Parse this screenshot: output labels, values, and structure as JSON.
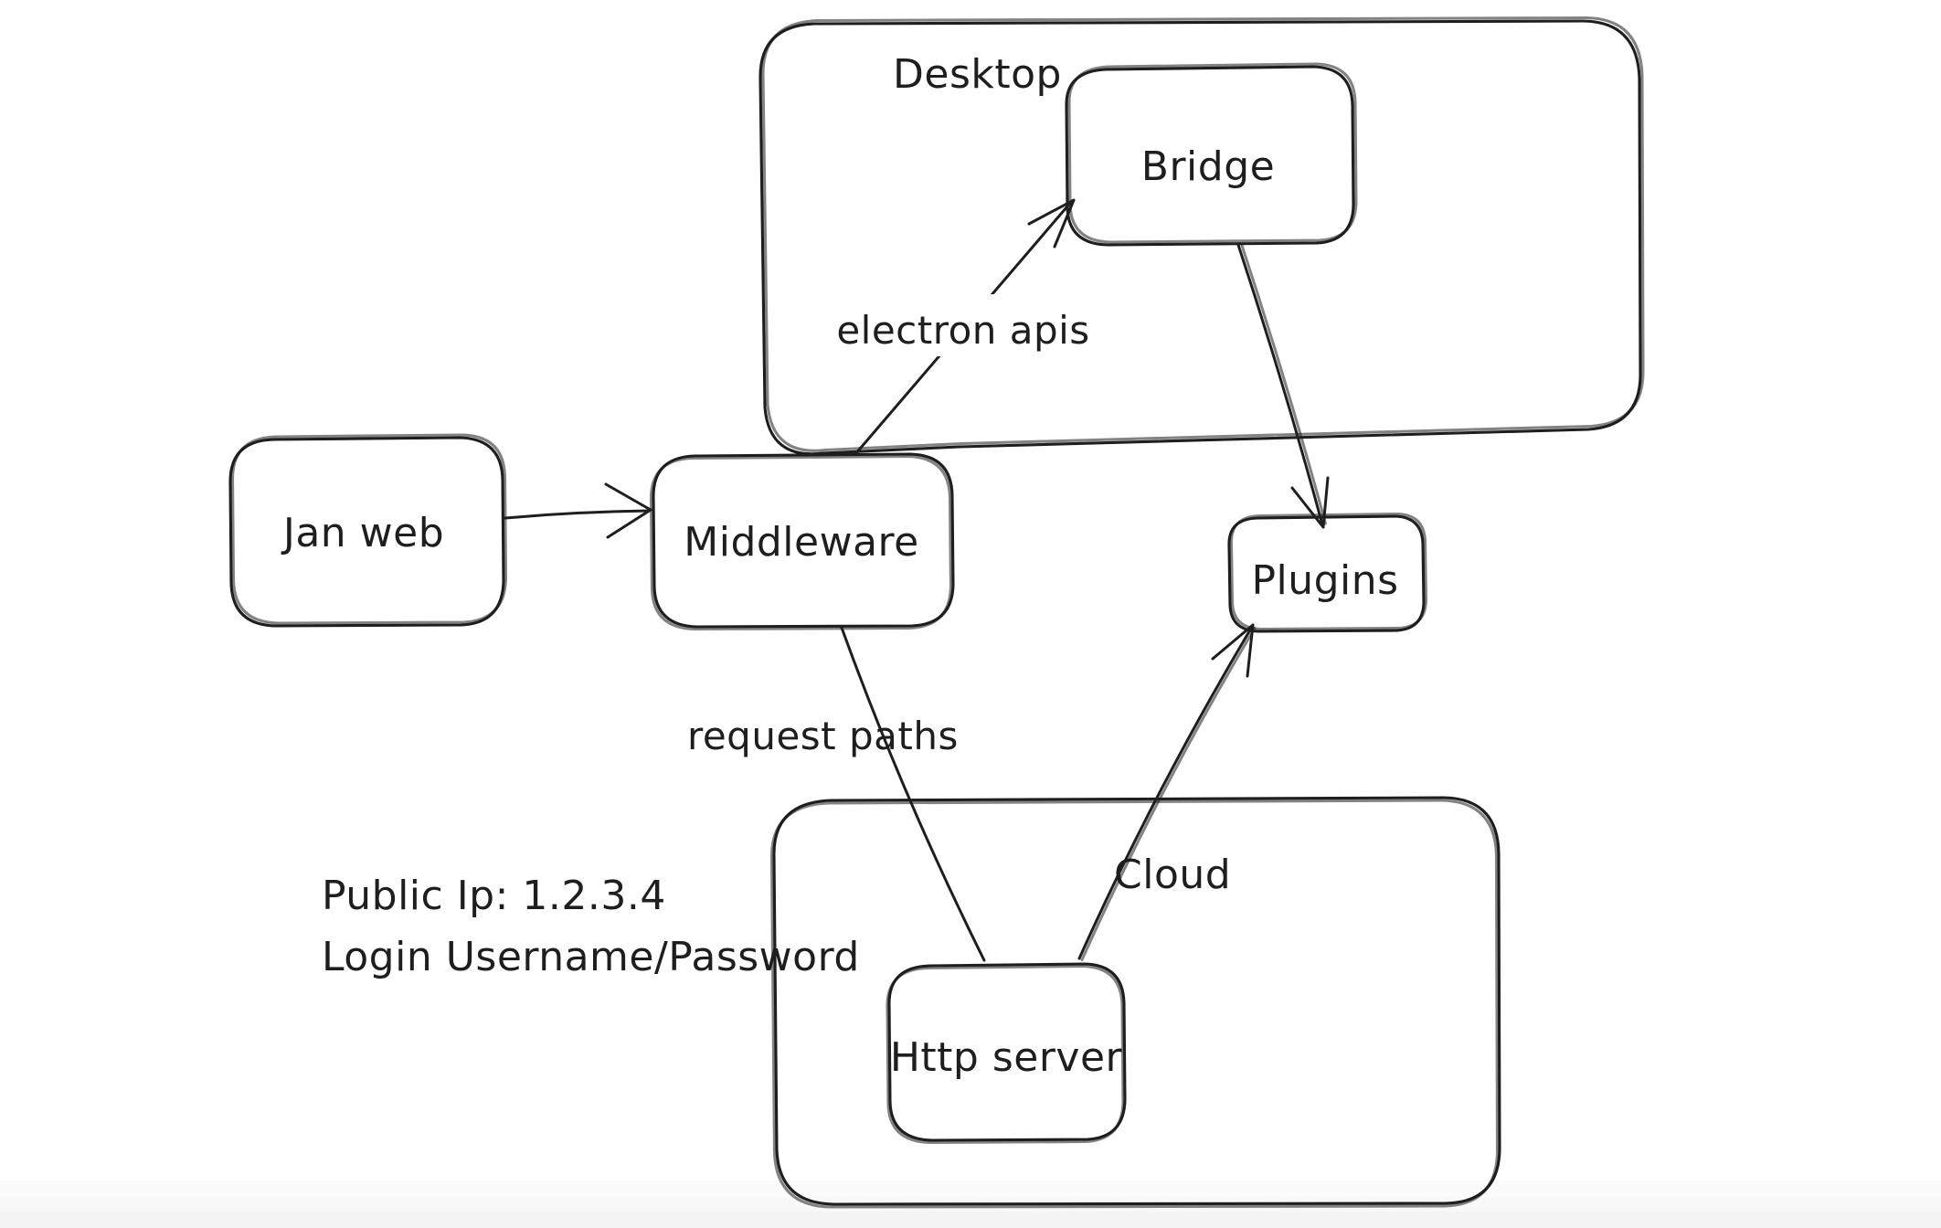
{
  "diagram": {
    "colors": {
      "stroke": "#1e1e1e",
      "canvas_background": "#ffffff",
      "label_background": "#ffffff"
    },
    "containers": [
      {
        "id": "desktop",
        "label": "Desktop"
      },
      {
        "id": "cloud",
        "label": "Cloud"
      }
    ],
    "nodes": [
      {
        "id": "jan-web",
        "label": "Jan web"
      },
      {
        "id": "middleware",
        "label": "Middleware"
      },
      {
        "id": "bridge",
        "label": "Bridge"
      },
      {
        "id": "plugins",
        "label": "Plugins"
      },
      {
        "id": "http-server",
        "label": "Http server"
      }
    ],
    "edges": [
      {
        "from": "jan-web",
        "to": "middleware",
        "label": ""
      },
      {
        "from": "middleware",
        "to": "bridge",
        "label": "electron apis"
      },
      {
        "from": "bridge",
        "to": "plugins",
        "label": ""
      },
      {
        "from": "middleware",
        "to": "http-server",
        "label": "request paths"
      },
      {
        "from": "http-server",
        "to": "plugins",
        "label": ""
      }
    ],
    "annotations": [
      {
        "text": "Public Ip: 1.2.3.4"
      },
      {
        "text": "Login Username/Password"
      }
    ]
  }
}
